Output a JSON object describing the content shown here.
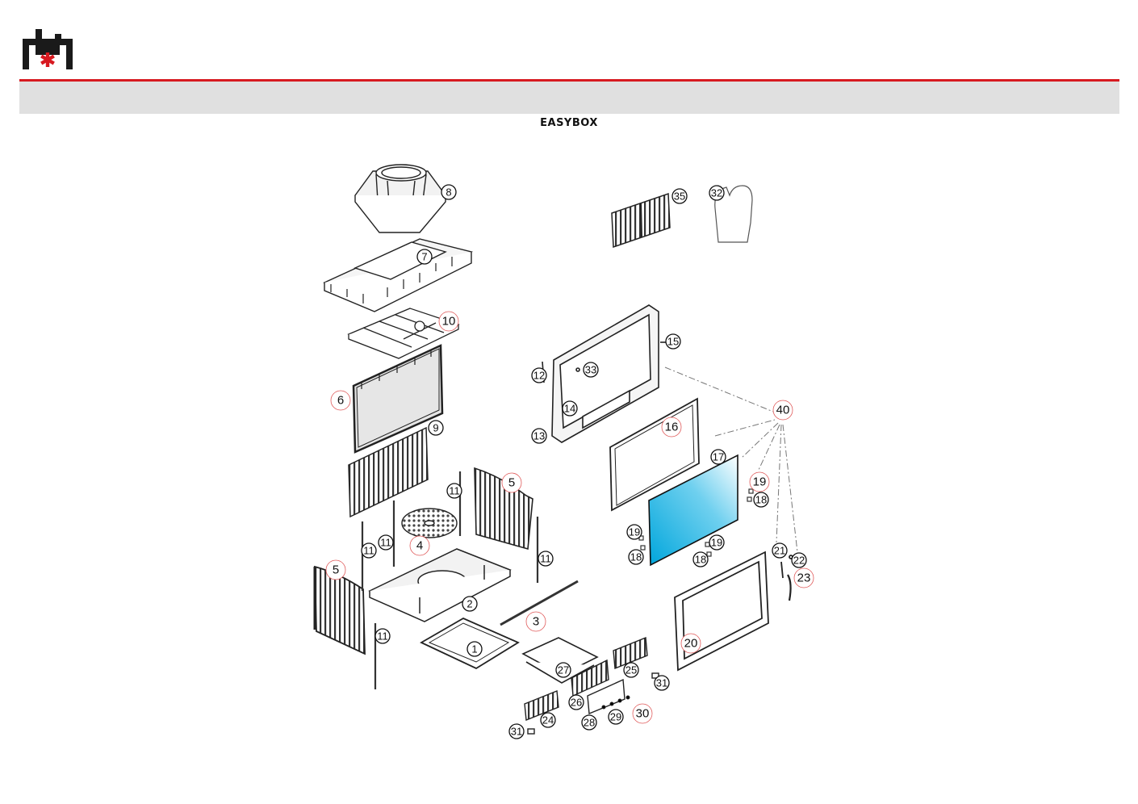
{
  "brand": {
    "logo_icon": "brand-logo-icon",
    "accent_color": "#d71920"
  },
  "document": {
    "title": "EASYBOX"
  },
  "callouts": [
    "1",
    "2",
    "3",
    "4",
    "5",
    "6",
    "7",
    "8",
    "9",
    "10",
    "11",
    "12",
    "13",
    "14",
    "15",
    "16",
    "17",
    "18",
    "19",
    "20",
    "21",
    "22",
    "23",
    "24",
    "25",
    "26",
    "27",
    "28",
    "29",
    "30",
    "31",
    "32",
    "33",
    "35",
    "40"
  ]
}
